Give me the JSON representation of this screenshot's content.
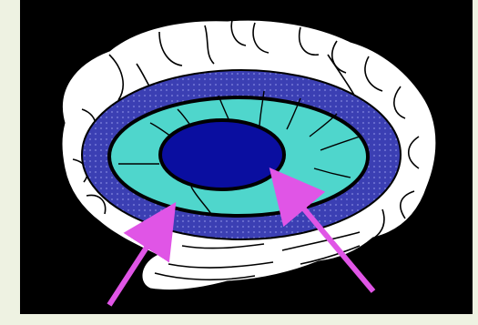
{
  "figure": {
    "colors": {
      "page_background": "#eef2e2",
      "panel_background": "#000000",
      "brain_fill": "#ffffff",
      "brain_outline": "#000000",
      "outer_ring": "#3b3fb3",
      "middle_ring": "#4fd6cc",
      "inner_core": "#0a0ea0",
      "arrows": "#e055e6"
    },
    "structure": {
      "shape": "brain",
      "rings": [
        "outer-ring",
        "middle-ring",
        "inner-core"
      ],
      "arrow_count": 2
    }
  }
}
